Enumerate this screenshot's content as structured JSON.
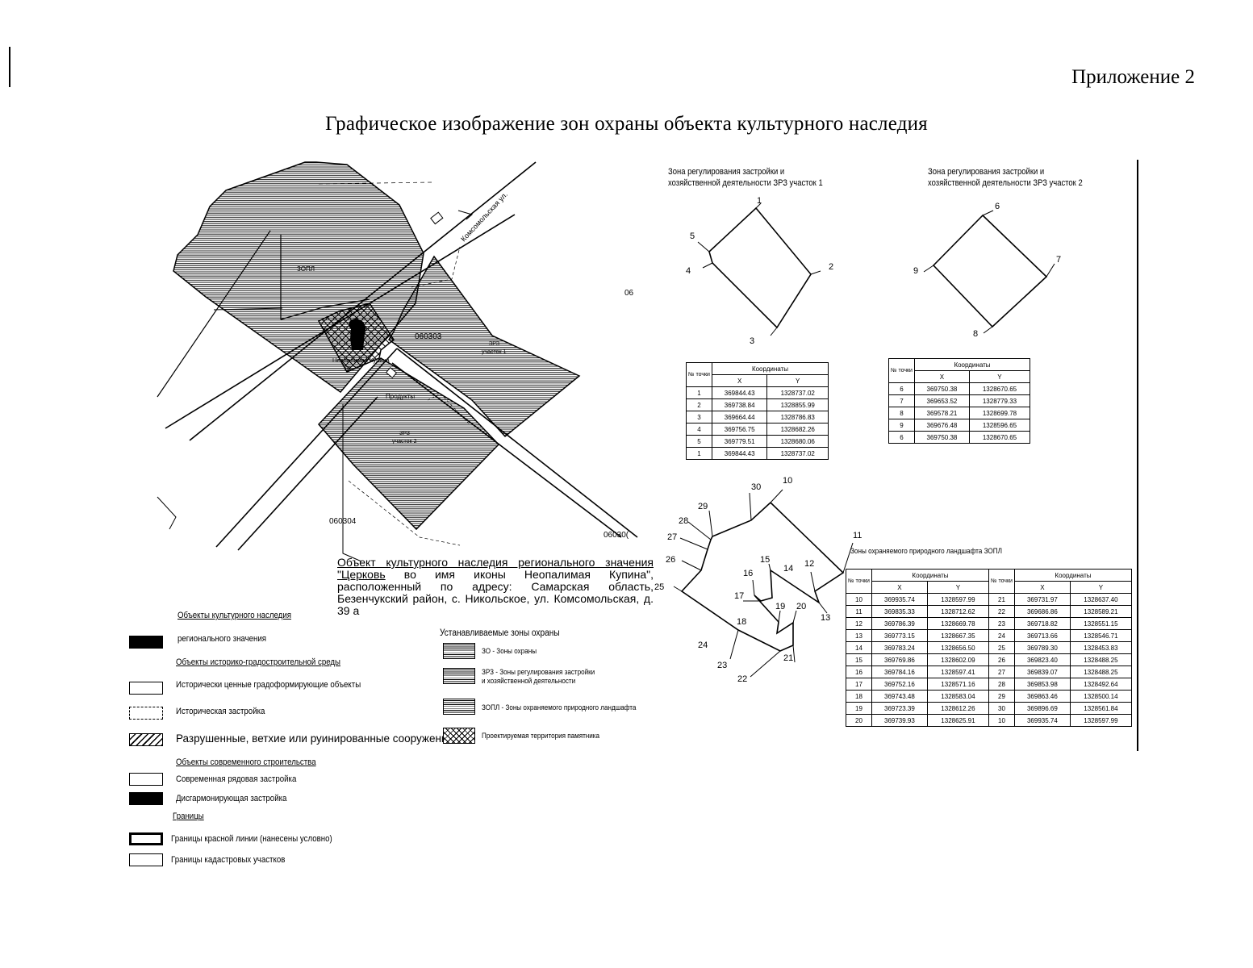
{
  "appendix": "Приложение 2",
  "title": "Графическое изображение зон охраны объекта культурного наследия",
  "map": {
    "street": "Комсомольская ул.",
    "zone_zopl": "ЗОПЛ",
    "zone_zrz1": [
      "ЗРЗ",
      "участок 1"
    ],
    "zone_zrz2": [
      "ЗРЗ",
      "участок 2"
    ],
    "cadastral_1": "06",
    "cadastral_2": "060303",
    "cadastral_3": "060304",
    "cadastral_4": "06030(",
    "object_label": [
      "Неопалимая Купина",
      "ул."
    ],
    "shop_label": "Продукты"
  },
  "object_desc": {
    "underlined": "Объект культурного наследия регионального значения \"Церковь",
    "rest": " во имя иконы Неопалимая Купина\", расположенный по адресу: Самарская область, Безенчукский район, с. Никольское, ул. Комсомольская, д. 39 а"
  },
  "zrz1": {
    "caption": [
      "Зона регулирования застройки и",
      "хозяйственной деятельности ЗРЗ участок 1"
    ],
    "point_labels": [
      "1",
      "2",
      "3",
      "4",
      "5"
    ],
    "table": {
      "h_no": "№ точки",
      "h_coords": "Координаты",
      "h_x": "X",
      "h_y": "Y",
      "rows": [
        [
          "1",
          "369844.43",
          "1328737.02"
        ],
        [
          "2",
          "369738.84",
          "1328855.99"
        ],
        [
          "3",
          "369664.44",
          "1328786.83"
        ],
        [
          "4",
          "369756.75",
          "1328682.26"
        ],
        [
          "5",
          "369779.51",
          "1328680.06"
        ],
        [
          "1",
          "369844.43",
          "1328737.02"
        ]
      ]
    }
  },
  "zrz2": {
    "caption": [
      "Зона регулирования застройки и",
      "хозяйственной деятельности ЗРЗ участок 2"
    ],
    "point_labels": [
      "6",
      "7",
      "8",
      "9"
    ],
    "table": {
      "h_no": "№ точки",
      "h_coords": "Координаты",
      "h_x": "X",
      "h_y": "Y",
      "rows": [
        [
          "6",
          "369750.38",
          "1328670.65"
        ],
        [
          "7",
          "369653.52",
          "1328779.33"
        ],
        [
          "8",
          "369578.21",
          "1328699.78"
        ],
        [
          "9",
          "369676.48",
          "1328596.65"
        ],
        [
          "6",
          "369750.38",
          "1328670.65"
        ]
      ]
    }
  },
  "zopl": {
    "caption": "Зоны охраняемого природного ландшафта ЗОПЛ",
    "point_labels": [
      "10",
      "11",
      "12",
      "13",
      "14",
      "15",
      "16",
      "17",
      "18",
      "19",
      "20",
      "21",
      "22",
      "23",
      "24",
      "25",
      "26",
      "27",
      "28",
      "29",
      "30"
    ],
    "table": {
      "h_no": "№ точки",
      "h_coords": "Координаты",
      "h_x": "X",
      "h_y": "Y",
      "rows_left": [
        [
          "10",
          "369935.74",
          "1328597.99"
        ],
        [
          "11",
          "369835.33",
          "1328712.62"
        ],
        [
          "12",
          "369786.39",
          "1328669.78"
        ],
        [
          "13",
          "369773.15",
          "1328667.35"
        ],
        [
          "14",
          "369783.24",
          "1328656.50"
        ],
        [
          "15",
          "369769.86",
          "1328602.09"
        ],
        [
          "16",
          "369784.16",
          "1328597.41"
        ],
        [
          "17",
          "369752.16",
          "1328571.16"
        ],
        [
          "18",
          "369743.48",
          "1328583.04"
        ],
        [
          "19",
          "369723.39",
          "1328612.26"
        ],
        [
          "20",
          "369739.93",
          "1328625.91"
        ]
      ],
      "rows_right": [
        [
          "21",
          "369731.97",
          "1328637.40"
        ],
        [
          "22",
          "369686.86",
          "1328589.21"
        ],
        [
          "23",
          "369718.82",
          "1328551.15"
        ],
        [
          "24",
          "369713.66",
          "1328546.71"
        ],
        [
          "25",
          "369789.30",
          "1328453.83"
        ],
        [
          "26",
          "369823.40",
          "1328488.25"
        ],
        [
          "27",
          "369839.07",
          "1328488.25"
        ],
        [
          "28",
          "369853.98",
          "1328492.64"
        ],
        [
          "29",
          "369863.46",
          "1328500.14"
        ],
        [
          "30",
          "369896.69",
          "1328561.84"
        ],
        [
          "10",
          "369935.74",
          "1328597.99"
        ]
      ]
    }
  },
  "legend": {
    "heritage_head": "Объекты культурного наследия",
    "regional": "регионального значения",
    "historic_head": "Объекты историко-градостроительной среды",
    "hist_valuable": "Исторически ценные градоформирующие объекты",
    "hist_building": "Историческая застройка",
    "ruined": "Разрушенные, ветхие или руинированные сооружения",
    "modern_head": "Объекты современного строительства",
    "modern_row": "Современная рядовая застройка",
    "disharmonious": "Дисгармонирующая застройка",
    "borders_head": "Границы",
    "red_line": "Границы красной линии (нанесены условно)",
    "cadastral": "Границы кадастровых участков"
  },
  "zones_legend": {
    "head": "Устанавливаемые зоны охраны",
    "zo": "ЗО - Зоны охраны",
    "zrz": [
      "ЗРЗ - Зоны регулирования застройки",
      "и хозяйственной деятельности"
    ],
    "zopl": "ЗОПЛ - Зоны охраняемого природного ландшафта",
    "proj": "Проектируемая территория памятника"
  }
}
